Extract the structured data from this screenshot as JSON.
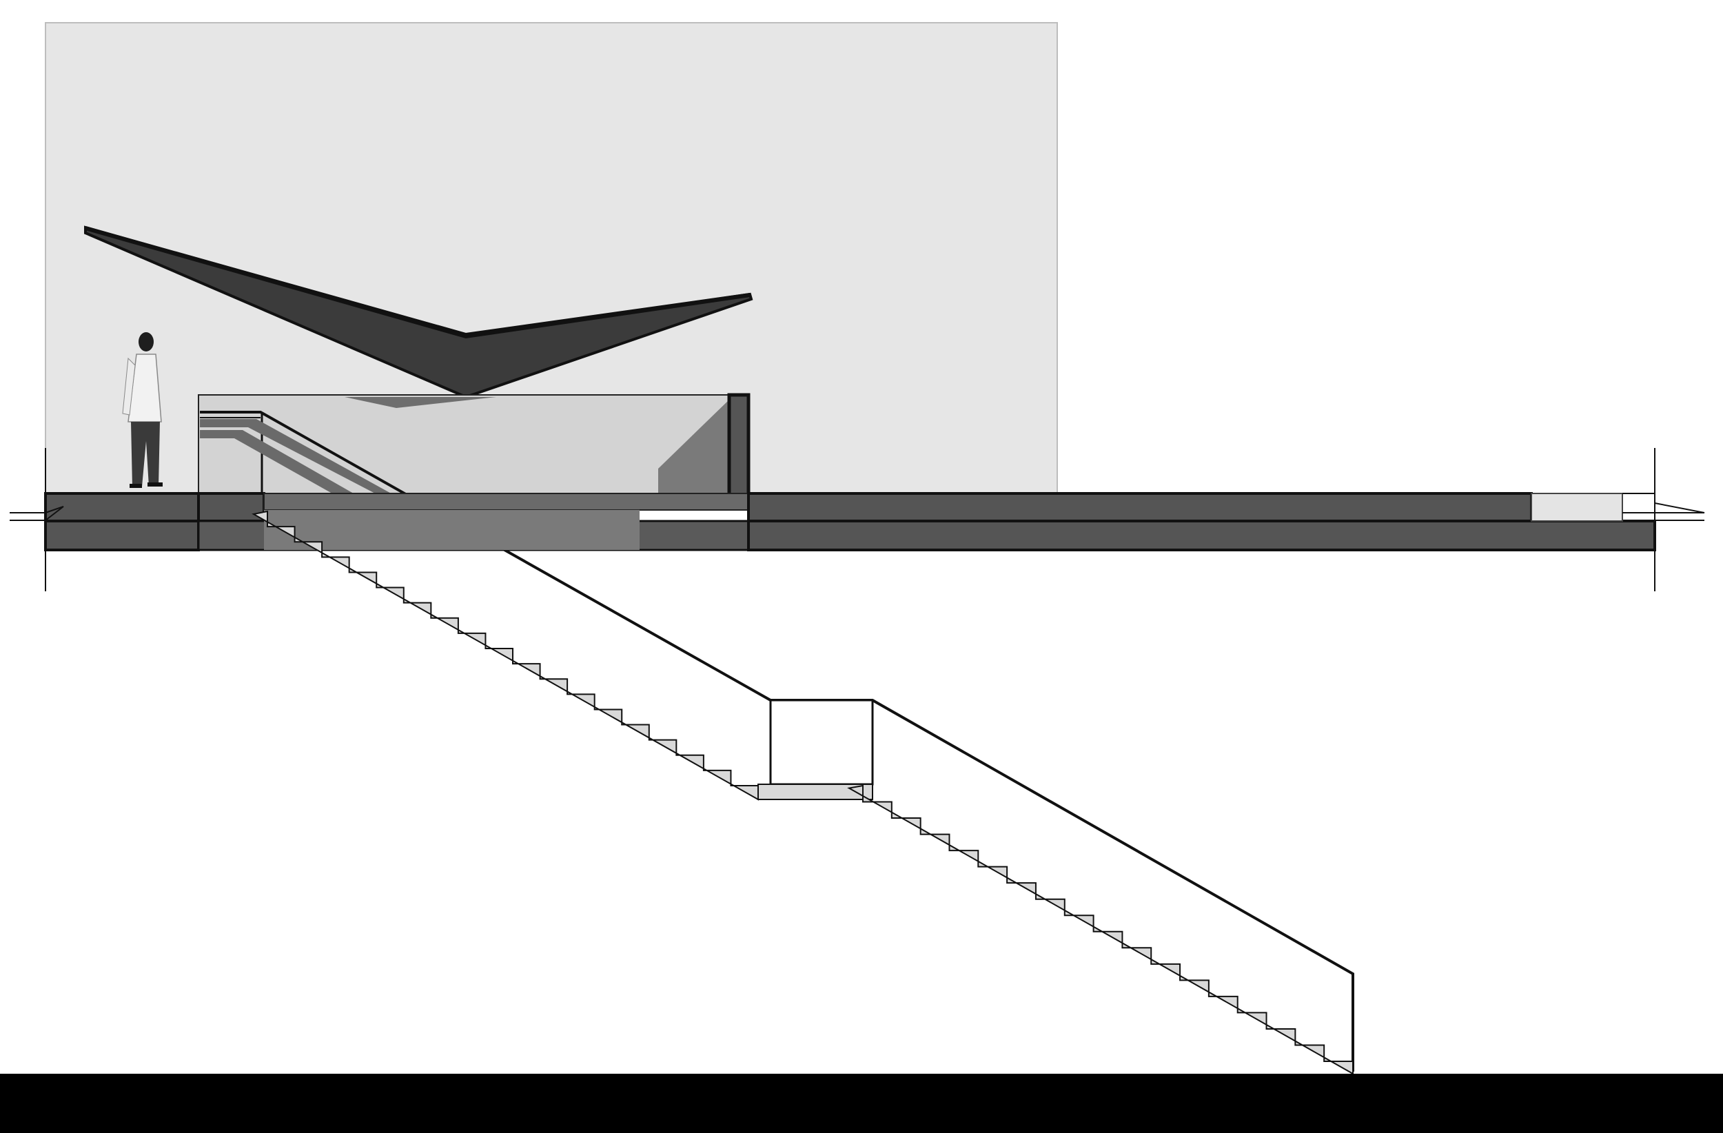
{
  "drawing": {
    "type": "architectural-section",
    "text_labels": [],
    "colors": {
      "background": "#ffffff",
      "wall_backdrop": "#e5e5e5",
      "slab_fill": "#555555",
      "slab_outline": "#111111",
      "canopy_fill": "#3a3a3a",
      "glass_fill": "#d0d0d0",
      "inner_wall": "#7a7a7a",
      "stair_tread": "#d9d9d9",
      "ground_band": "#000000",
      "figure": "#2a2a2a"
    },
    "stair": {
      "upper_flight_steps": 18,
      "lower_flight_steps": 17
    },
    "icons": [
      "person-figure-icon"
    ]
  }
}
